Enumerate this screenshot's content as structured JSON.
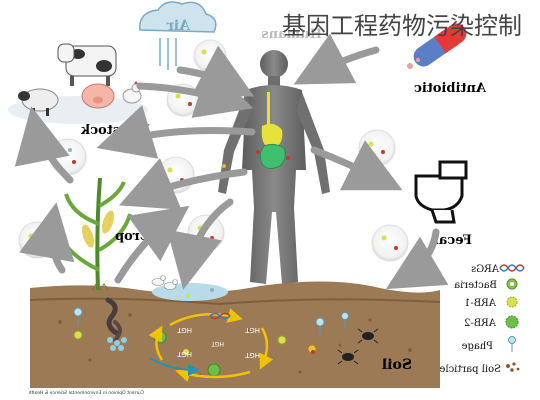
{
  "overlay_title": "基因工程药物污染控制",
  "nodes": {
    "air": "Air",
    "humans": "Humans",
    "antibiotic": "Antibiotic",
    "livestock": "Livestock",
    "crop": "Crop",
    "fecal": "Fecal",
    "soil": "Soil"
  },
  "hgt_labels": [
    "HGT",
    "HGT",
    "HGT",
    "HGT",
    "HGT"
  ],
  "legend": {
    "items": [
      {
        "label": "ARGs",
        "icon": "dna-helix-icon",
        "color": "#c0392b"
      },
      {
        "label": "Bacteria",
        "icon": "bacteria-icon",
        "color": "#8bc34a"
      },
      {
        "label": "ARB-1",
        "icon": "arb1-icon",
        "color": "#d8e04a"
      },
      {
        "label": "ARB-2",
        "icon": "arb2-icon",
        "color": "#6cc04a"
      },
      {
        "label": "Phage",
        "icon": "phage-icon",
        "color": "#7fb8c9"
      },
      {
        "label": "Soil particle",
        "icon": "soil-particle-icon",
        "color": "#8a5a2b"
      }
    ]
  },
  "credit": "Current Opinion in Environmental Science & Health",
  "colors": {
    "soil": "#9b7a55",
    "soil_dark": "#7d5f3e",
    "human": "#6e6e6e",
    "organ_green": "#3fbf6f",
    "organ_yellow": "#e7e23a",
    "arrow": "#9a9a9a",
    "capsule_red": "#e53935",
    "capsule_blue": "#5b7fc4",
    "water": "#b9dbe8"
  }
}
